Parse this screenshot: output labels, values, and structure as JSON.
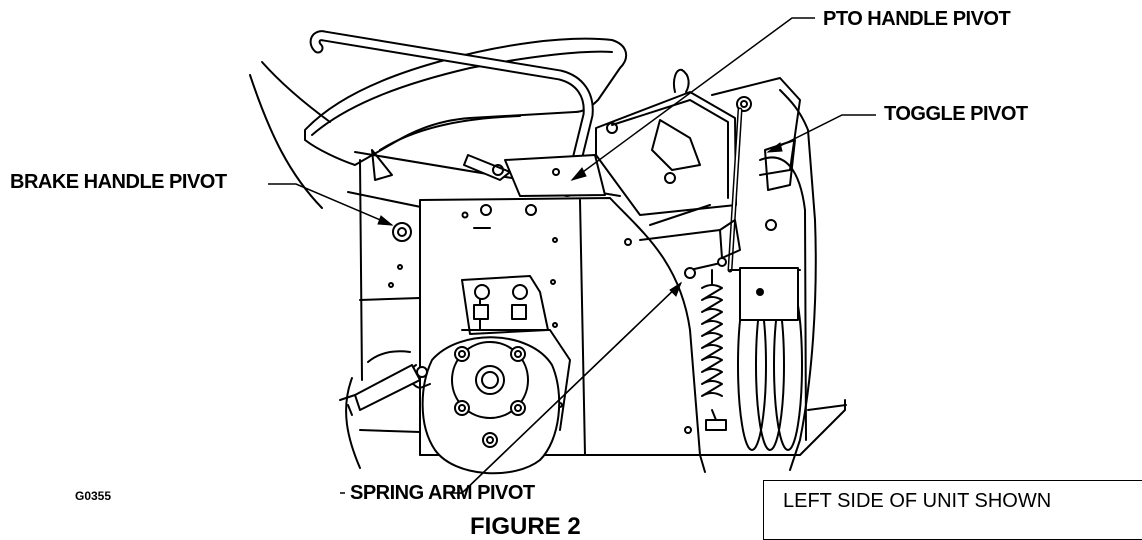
{
  "labels": {
    "pto_handle_pivot": "PTO HANDLE PIVOT",
    "toggle_pivot": "TOGGLE PIVOT",
    "brake_handle_pivot": "BRAKE HANDLE PIVOT",
    "spring_arm_pivot": "SPRING ARM PIVOT"
  },
  "figure_id": "G0355",
  "figure_title": "FIGURE 2",
  "note": "LEFT SIDE OF UNIT SHOWN"
}
